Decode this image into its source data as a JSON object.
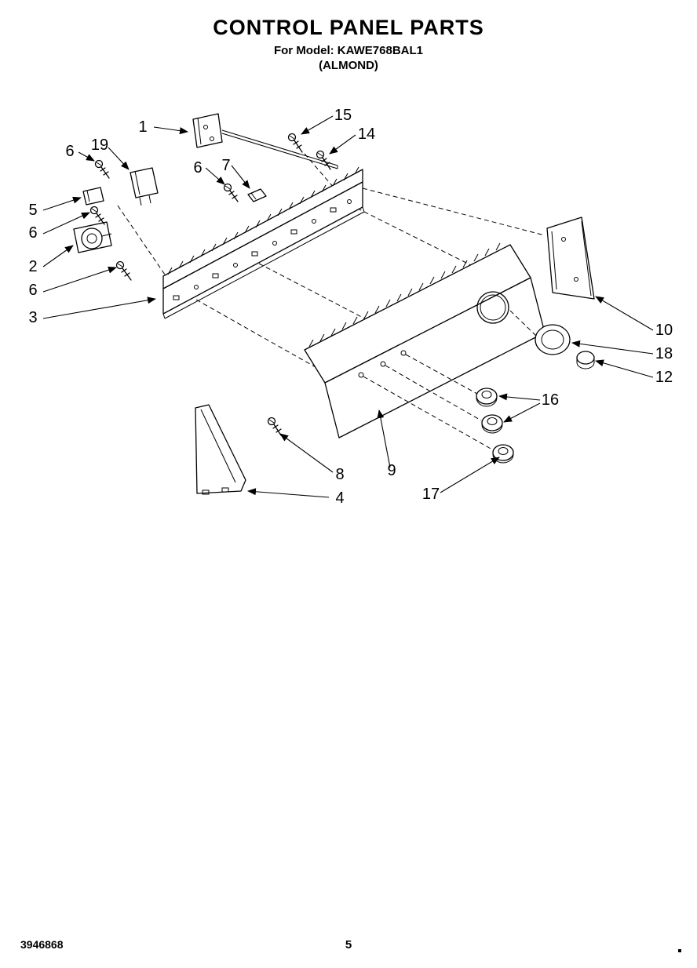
{
  "header": {
    "title": "CONTROL PANEL PARTS",
    "model_line": "For Model: KAWE768BAL1",
    "finish_line": "(ALMOND)"
  },
  "footer": {
    "doc_number": "3946868",
    "page_number": "5"
  },
  "callouts": [
    {
      "id": "1",
      "label": "1"
    },
    {
      "id": "15",
      "label": "15"
    },
    {
      "id": "14",
      "label": "14"
    },
    {
      "id": "6a",
      "label": "6"
    },
    {
      "id": "19",
      "label": "19"
    },
    {
      "id": "6b",
      "label": "6"
    },
    {
      "id": "7",
      "label": "7"
    },
    {
      "id": "5",
      "label": "5"
    },
    {
      "id": "6c",
      "label": "6"
    },
    {
      "id": "2",
      "label": "2"
    },
    {
      "id": "6d",
      "label": "6"
    },
    {
      "id": "3",
      "label": "3"
    },
    {
      "id": "10",
      "label": "10"
    },
    {
      "id": "18",
      "label": "18"
    },
    {
      "id": "12",
      "label": "12"
    },
    {
      "id": "16",
      "label": "16"
    },
    {
      "id": "8",
      "label": "8"
    },
    {
      "id": "9",
      "label": "9"
    },
    {
      "id": "4",
      "label": "4"
    },
    {
      "id": "17",
      "label": "17"
    }
  ]
}
